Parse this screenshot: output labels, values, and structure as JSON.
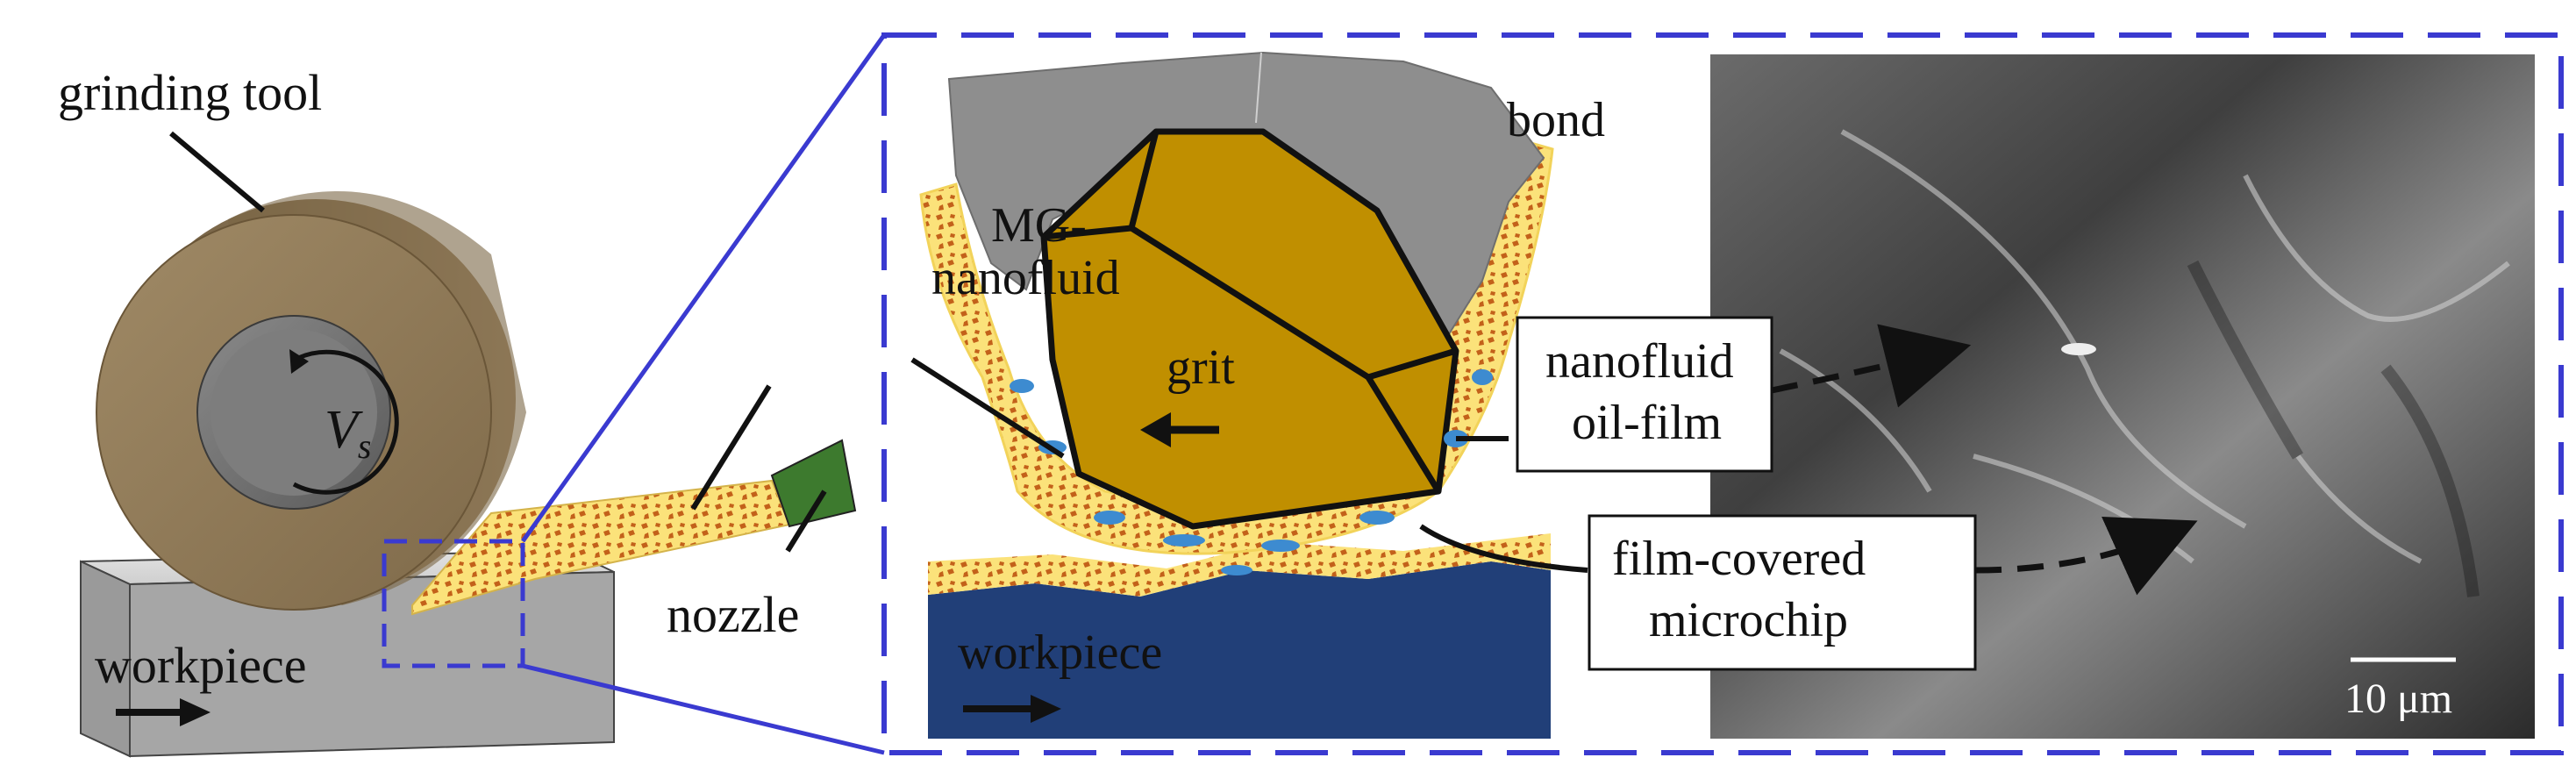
{
  "labels": {
    "grinding_tool": "grinding tool",
    "vs_main": "V",
    "vs_sub": "s",
    "workpiece_left": "workpiece",
    "nozzle": "nozzle",
    "mg_line1": "MG-",
    "mg_line2": "nanofluid",
    "grit": "grit",
    "bond": "bond",
    "oilfilm_line1": "nanofluid",
    "oilfilm_line2": "oil-film",
    "chip_line1": "film-covered",
    "chip_line2": "microchip",
    "workpiece_zoom": "workpiece",
    "scale_bar": "10 μm"
  },
  "colors": {
    "wheel": "#9b8460",
    "grit": "#c08f00",
    "bond": "#8e8e8e",
    "fluid": "#fbe27a",
    "nano_particles": "#c3611a",
    "nozzle": "#3d7a2e",
    "workpiece_zoom": "#213f78",
    "zoom_frame": "#3a3ad0"
  },
  "icons": {
    "rotation": "rotation-arrow-icon",
    "feed": "feed-arrow-icon"
  }
}
